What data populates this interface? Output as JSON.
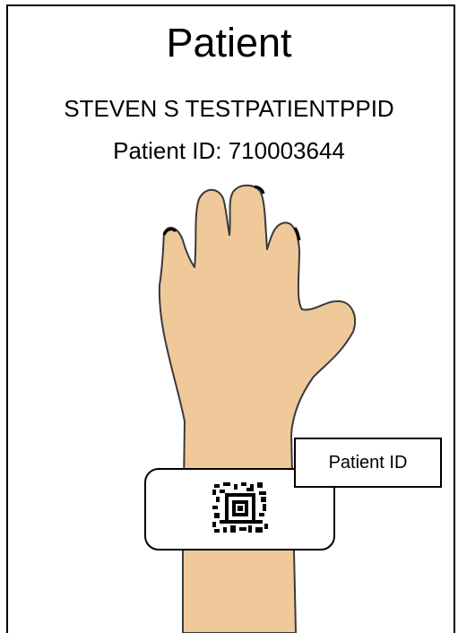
{
  "header": {
    "title": "Patient",
    "patient_name": "STEVEN S TESTPATIENTPPID",
    "patient_id_text": "Patient ID: 710003644"
  },
  "wristband": {
    "tag_label": "Patient ID",
    "barcode": "qr-code-icon"
  },
  "colors": {
    "skin": "#F0C99A",
    "outline": "#3a3a3a",
    "frame": "#000000"
  }
}
